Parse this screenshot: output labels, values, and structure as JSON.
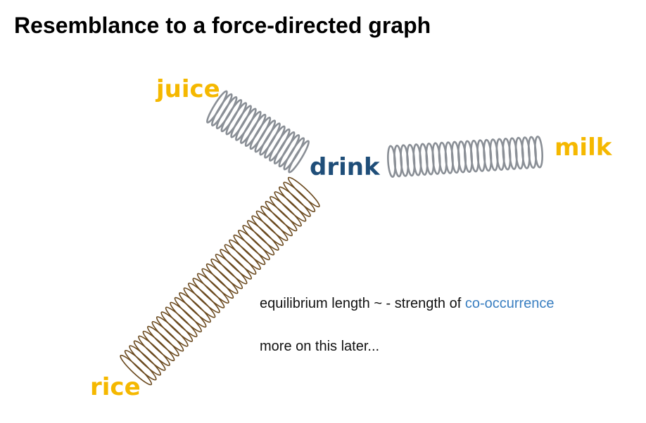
{
  "title": "Resemblance to a force-directed graph",
  "nodes": {
    "hub": "drink",
    "juice": "juice",
    "milk": "milk",
    "rice": "rice"
  },
  "notes": {
    "equilibrium_prefix": "equilibrium length ~ - strength of ",
    "equilibrium_accent": "co-occurrence",
    "later": "more on this later..."
  },
  "colors": {
    "food_label": "#f5b800",
    "hub_label": "#1f4e79",
    "accent_text": "#3a7fc1",
    "steel_spring": "#8a8f96",
    "bronze_spring": "#6b4a1f"
  },
  "icons": {
    "steel-spring": "spring",
    "bronze-spring": "spring"
  }
}
